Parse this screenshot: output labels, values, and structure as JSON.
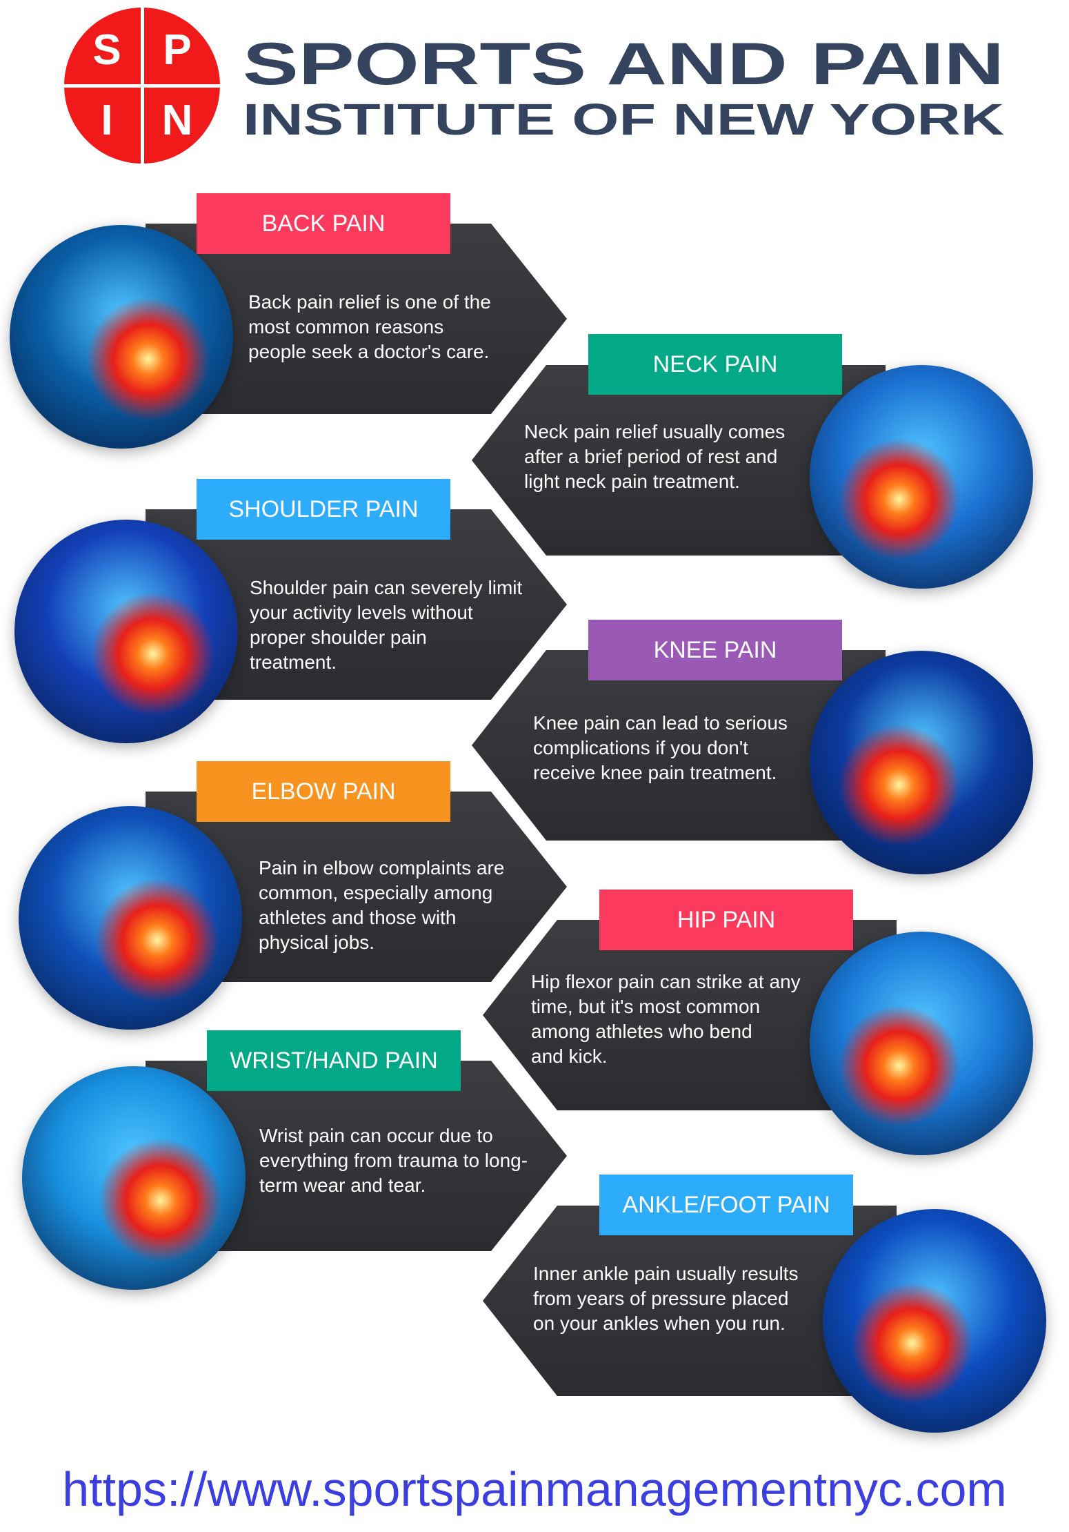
{
  "header": {
    "logo_letters": [
      "S",
      "P",
      "I",
      "N"
    ],
    "title_line1": "SPORTS AND PAIN",
    "title_line2": "INSTITUTE OF NEW YORK",
    "logo_color": "#f11a1a",
    "title_color": "#34445e"
  },
  "sections": [
    {
      "label": "BACK PAIN",
      "color": "#fc3a5e",
      "text": "Back pain relief is one of the\nmost common reasons\npeople seek a doctor's care.",
      "image": "back-spine-image"
    },
    {
      "label": "NECK PAIN",
      "color": "#03a886",
      "text": "Neck pain relief usually comes\nafter a brief period of rest and\n light neck pain treatment.",
      "image": "neck-image"
    },
    {
      "label": "SHOULDER PAIN",
      "color": "#2eacfc",
      "text": "Shoulder pain can severely limit\nyour activity levels without\nproper shoulder pain\ntreatment.",
      "image": "shoulder-image"
    },
    {
      "label": "KNEE PAIN",
      "color": "#9b59b6",
      "text": "Knee pain can lead to serious\ncomplications if you don't\nreceive knee pain treatment.",
      "image": "knee-image"
    },
    {
      "label": "ELBOW PAIN",
      "color": "#f7931e",
      "text": "Pain in elbow complaints are\ncommon, especially among\nathletes and those with\n physical jobs.",
      "image": "elbow-image"
    },
    {
      "label": "HIP PAIN",
      "color": "#fc3a5e",
      "text": "Hip flexor pain can strike at any\ntime, but it's most common\namong athletes who bend\nand kick.",
      "image": "hip-image"
    },
    {
      "label": "WRIST/HAND PAIN",
      "color": "#03a886",
      "text": "Wrist pain can occur due to\neverything from trauma to long-\nterm wear and tear.",
      "image": "wrist-image"
    },
    {
      "label": "ANKLE/FOOT PAIN",
      "color": "#2eacfc",
      "text": "Inner ankle pain usually results\nfrom years of pressure placed\non your ankles when you run.",
      "image": "ankle-image"
    }
  ],
  "footer": {
    "url": "https://www.sportspainmanagementnyc.com",
    "url_color": "#3b3fe0"
  }
}
